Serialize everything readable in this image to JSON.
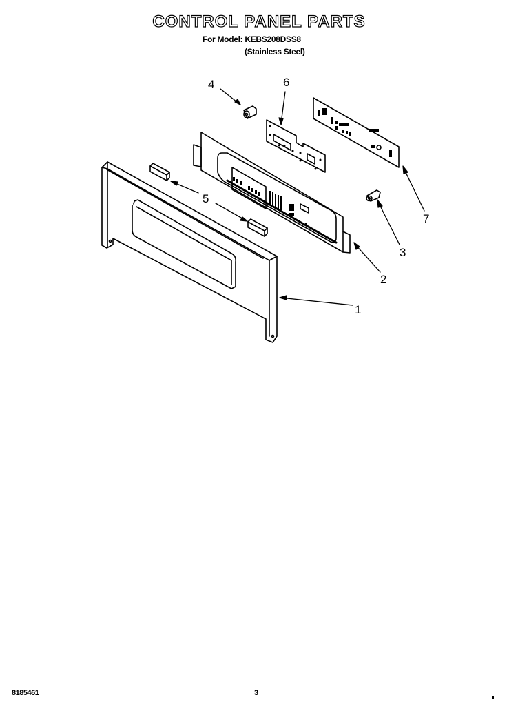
{
  "header": {
    "title": "CONTROL PANEL PARTS",
    "model_line": "For Model: KEBS208DSS8",
    "finish_line": "(Stainless Steel)"
  },
  "diagram": {
    "callouts": [
      {
        "id": "1",
        "label": "1"
      },
      {
        "id": "2",
        "label": "2"
      },
      {
        "id": "3",
        "label": "3"
      },
      {
        "id": "4",
        "label": "4"
      },
      {
        "id": "5",
        "label": "5"
      },
      {
        "id": "6",
        "label": "6"
      },
      {
        "id": "7",
        "label": "7"
      }
    ]
  },
  "footer": {
    "document_number": "8185461",
    "page_number": "3"
  }
}
